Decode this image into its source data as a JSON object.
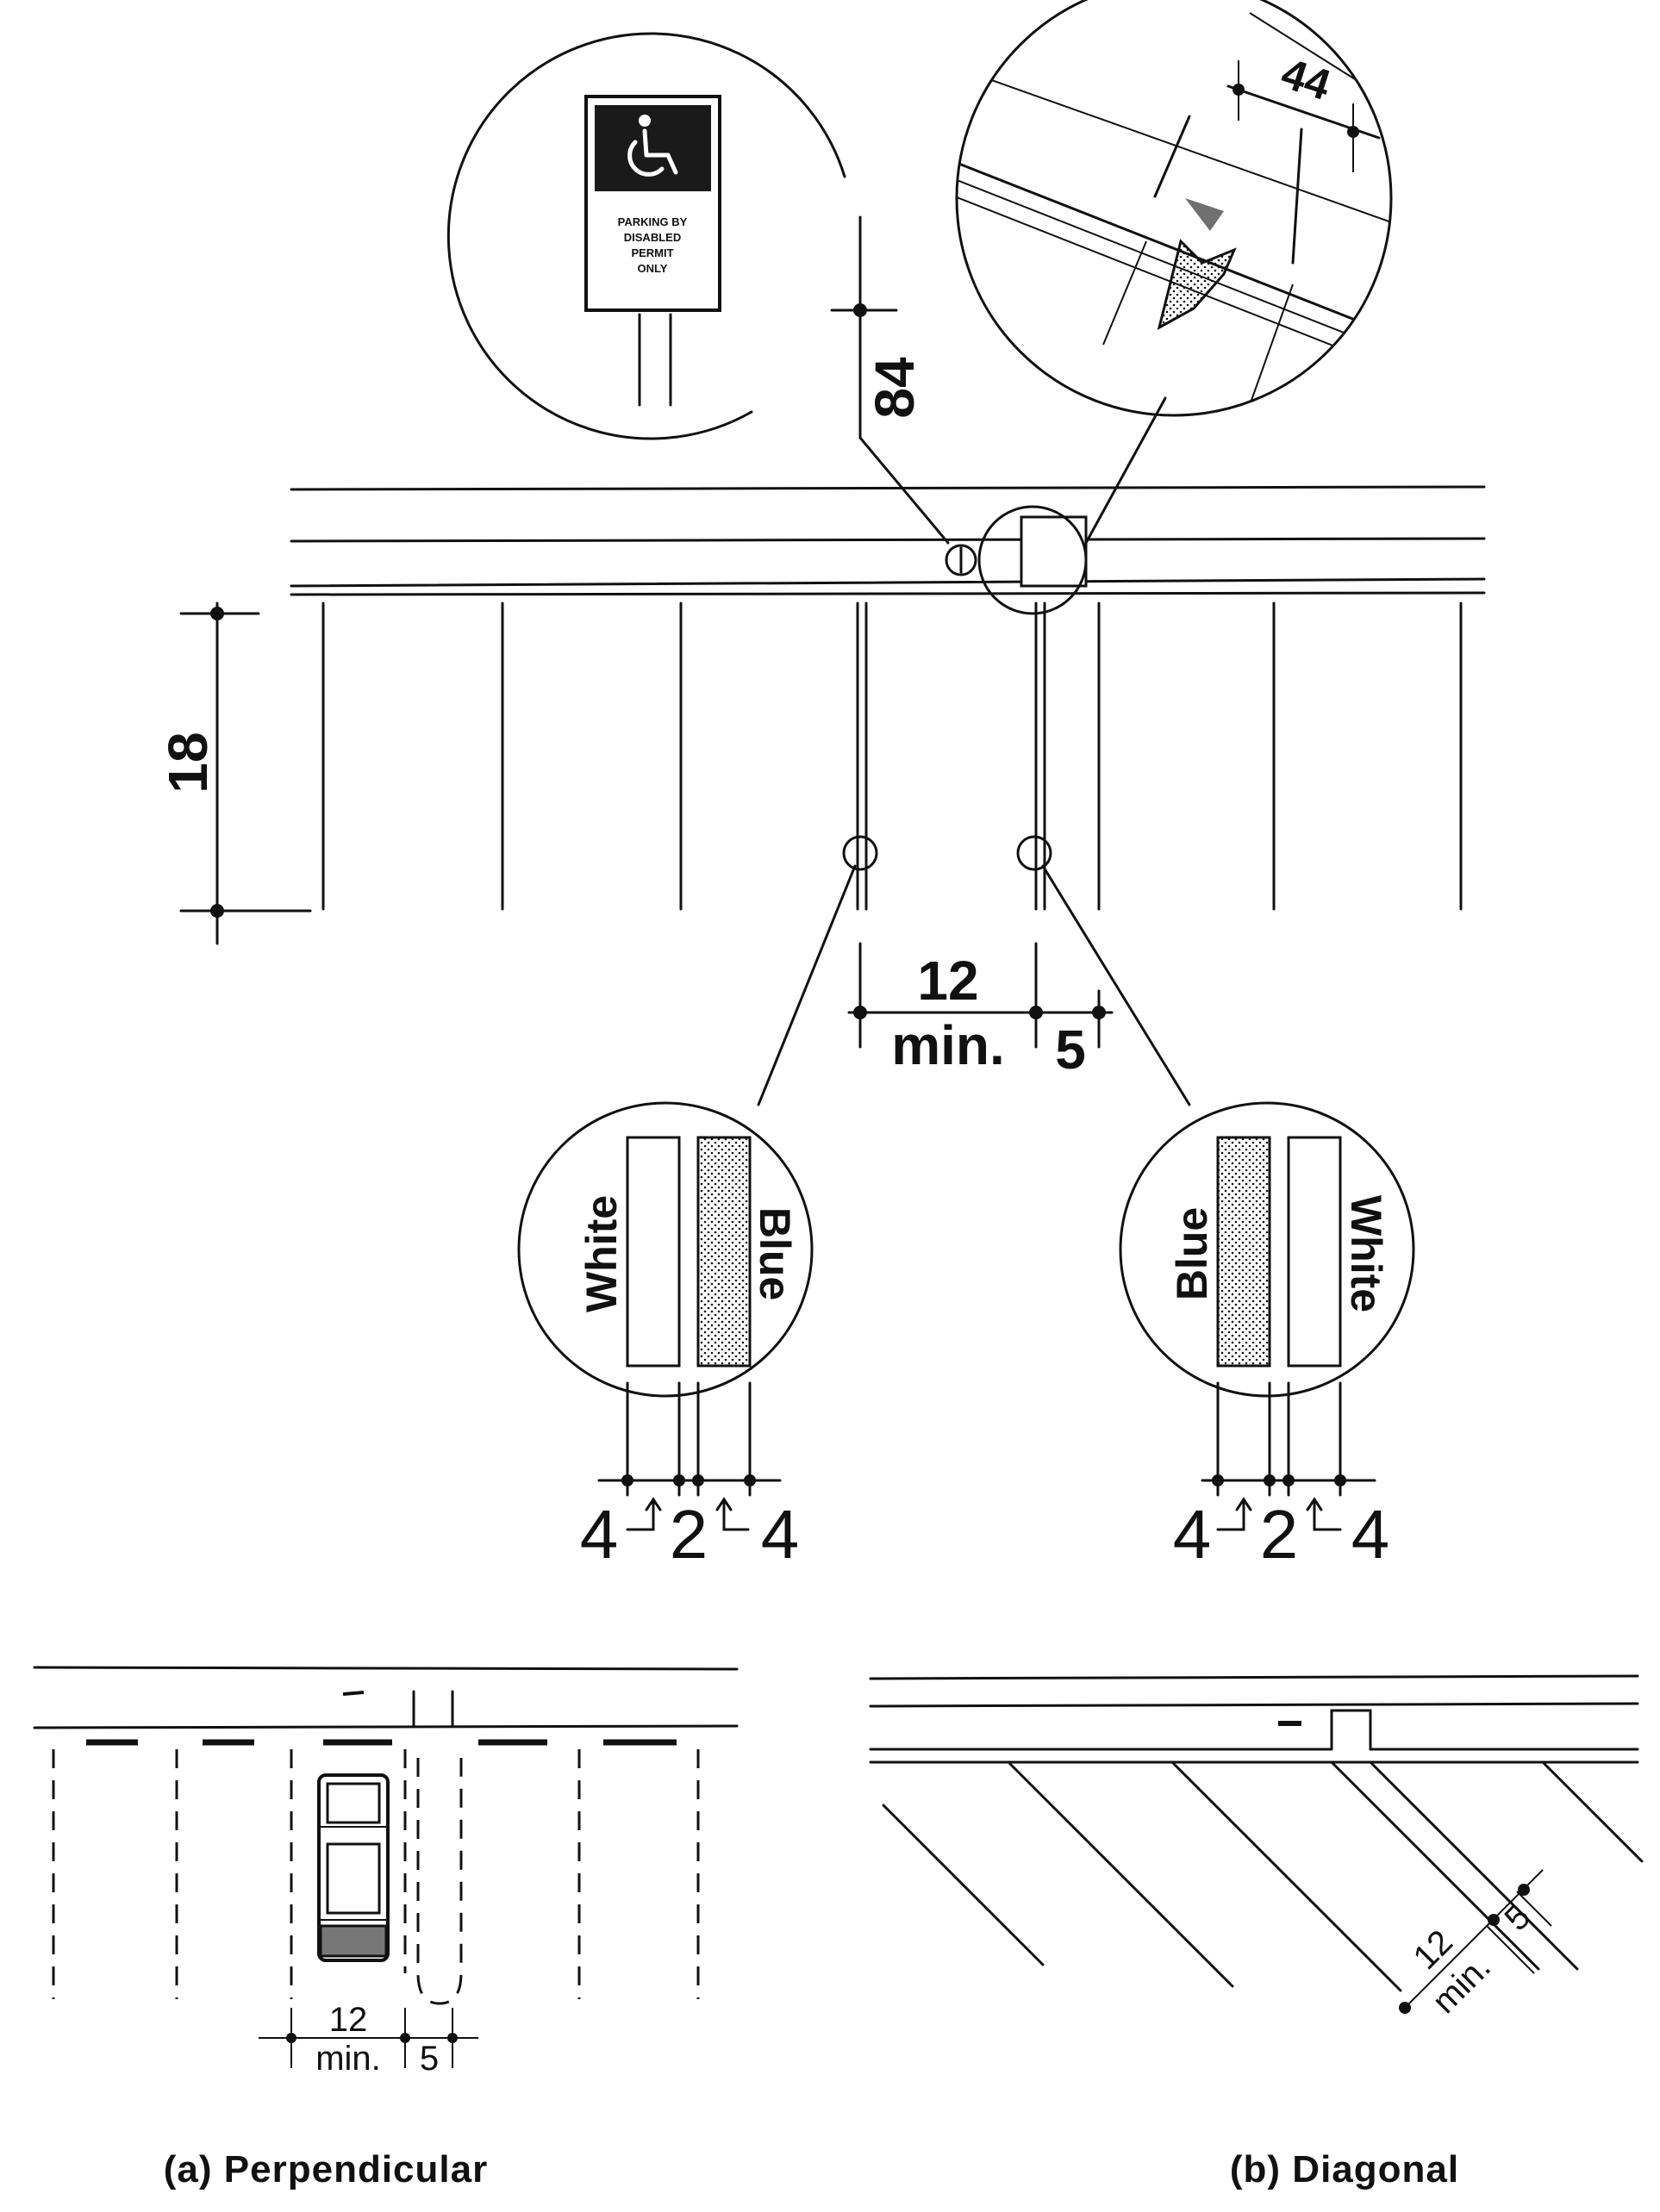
{
  "sign": {
    "text_lines": [
      "PARKING BY",
      "DISABLED",
      "PERMIT",
      "ONLY"
    ],
    "symbol": "wheelchair-icon"
  },
  "dimensions": {
    "sign_height": "84",
    "curb_ramp_width": "44",
    "stall_depth": "18",
    "stall_width": "12",
    "stall_width_note": "min.",
    "access_aisle": "5",
    "stripe_width_left": "4",
    "stripe_gap": "2",
    "stripe_width_right": "4"
  },
  "stripe_details": {
    "left": {
      "stripe_1": "White",
      "stripe_2": "Blue"
    },
    "right": {
      "stripe_1": "Blue",
      "stripe_2": "White"
    }
  },
  "captions": {
    "perpendicular": "(a) Perpendicular",
    "diagonal": "(b) Diagonal"
  }
}
